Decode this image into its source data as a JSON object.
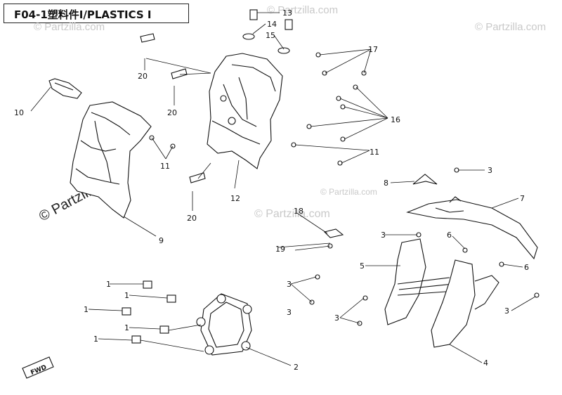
{
  "title": "F04-1塑料件Ⅰ/PLASTICS Ⅰ",
  "watermark": "© Partzilla.com",
  "callouts": [
    "1",
    "1",
    "1",
    "1",
    "1",
    "2",
    "3",
    "3",
    "3",
    "3",
    "3",
    "4",
    "5",
    "6",
    "6",
    "7",
    "8",
    "9",
    "10",
    "11",
    "11",
    "12",
    "13",
    "14",
    "15",
    "16",
    "17",
    "18",
    "19",
    "20",
    "20",
    "20",
    "3"
  ],
  "badge_text": "FWD",
  "colors": {
    "line": "#111111",
    "watermark": "#c9c9c9"
  }
}
